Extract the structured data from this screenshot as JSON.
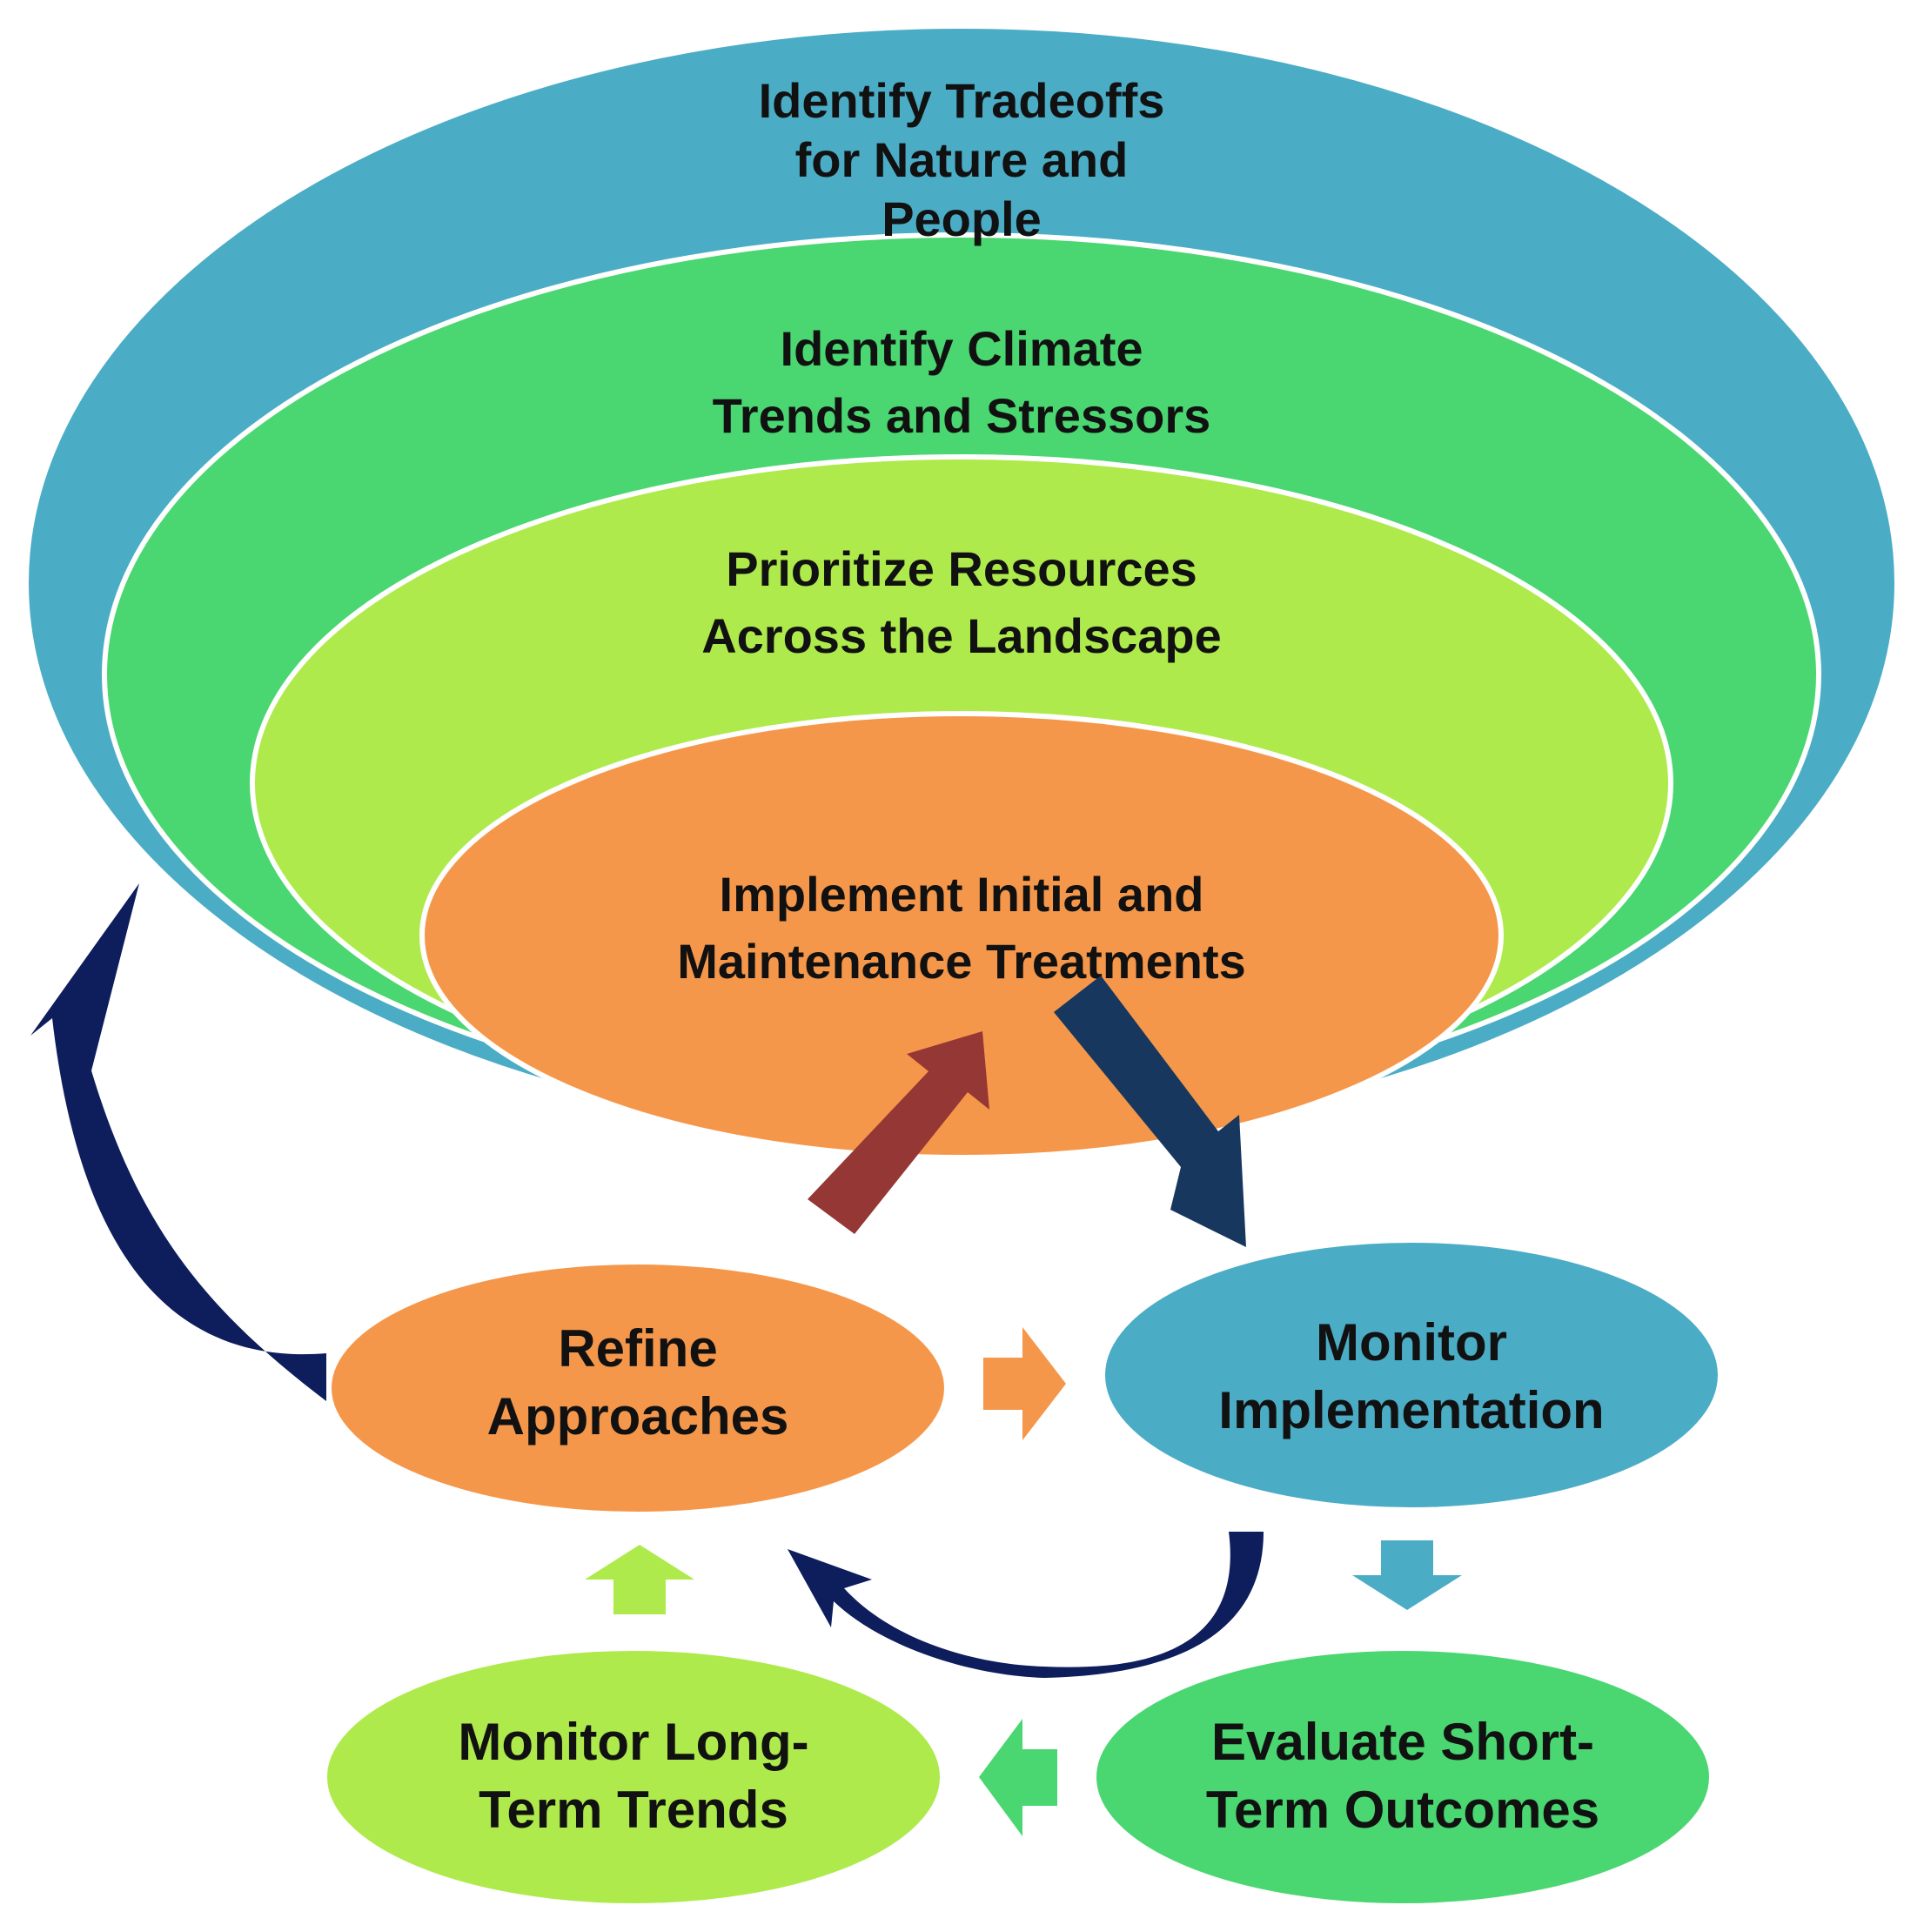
{
  "colors": {
    "blue": "#4BACC6",
    "green": "#4AD671",
    "lime": "#AEEA4B",
    "orange": "#F5974A",
    "navy": "#0E1E5C",
    "darkred": "#953734",
    "steel": "#17375E"
  },
  "rings": {
    "tradeoffs": [
      "Identify Tradeoffs",
      "for Nature and",
      "People"
    ],
    "climate": [
      "Identify Climate",
      "Trends and Stressors"
    ],
    "prioritize": [
      "Prioritize Resources",
      "Across the Landscape"
    ],
    "implement": [
      "Implement Initial and",
      "Maintenance Treatments"
    ]
  },
  "cycle": {
    "refine": [
      "Refine",
      "Approaches"
    ],
    "monitor_implementation": [
      "Monitor",
      "Implementation"
    ],
    "evaluate": [
      "Evaluate Short-",
      "Term Outcomes"
    ],
    "long_term": [
      "Monitor Long-",
      "Term Trends"
    ]
  }
}
